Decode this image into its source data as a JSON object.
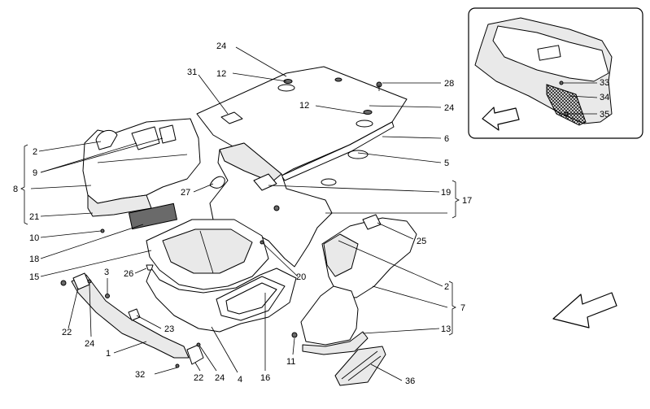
{
  "callouts": {
    "c1": "1",
    "c2a": "2",
    "c2b": "2",
    "c3": "3",
    "c4": "4",
    "c5": "5",
    "c6": "6",
    "c7": "7",
    "c8": "8",
    "c9": "9",
    "c10": "10",
    "c11": "11",
    "c12a": "12",
    "c12b": "12",
    "c13": "13",
    "c15": "15",
    "c16": "16",
    "c17": "17",
    "c18": "18",
    "c19": "19",
    "c20": "20",
    "c21": "21",
    "c22a": "22",
    "c22b": "22",
    "c23": "23",
    "c24a": "24",
    "c24b": "24",
    "c24c": "24",
    "c24d": "24",
    "c25": "25",
    "c26": "26",
    "c27": "27",
    "c28": "28",
    "c31": "31",
    "c32": "32",
    "c33": "33",
    "c34": "34",
    "c35": "35",
    "c36": "36"
  },
  "colors": {
    "line": "#000000",
    "background": "#ffffff",
    "shade": "#e9e9e9"
  },
  "icons": [
    "direction-arrow-icon",
    "inset-direction-arrow-icon"
  ]
}
